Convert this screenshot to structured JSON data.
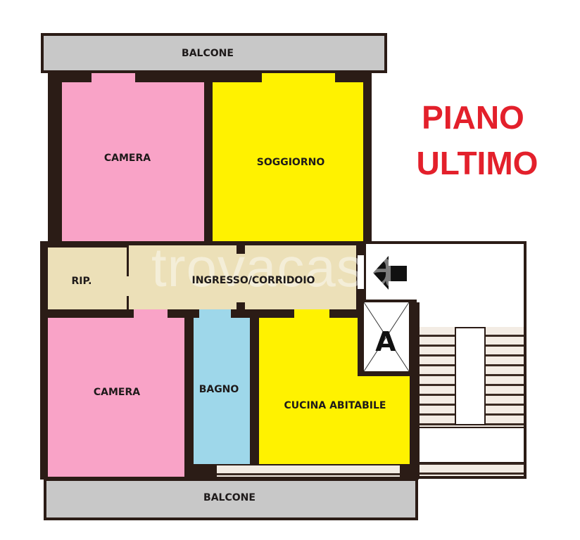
{
  "title": {
    "line1": "PIANO",
    "line2": "ULTIMO",
    "color": "#e3202b"
  },
  "rooms": {
    "balcony_top": "BALCONE",
    "bedroom_top": "CAMERA",
    "living": "SOGGIORNO",
    "storage": "RIP.",
    "hall": "INGRESSO/CORRIDOIO",
    "bedroom_bottom": "CAMERA",
    "bathroom": "BAGNO",
    "kitchen": "CUCINA ABITABILE",
    "balcony_bottom": "BALCONE"
  },
  "elevator_label": "A",
  "watermark": "trovacasa",
  "colors": {
    "bedroom": "#f9a3c7",
    "living": "#fff200",
    "hall": "#ece0b8",
    "bathroom": "#9ed7ea",
    "balcony": "#c8c8c8",
    "wall": "#2b1c16"
  }
}
